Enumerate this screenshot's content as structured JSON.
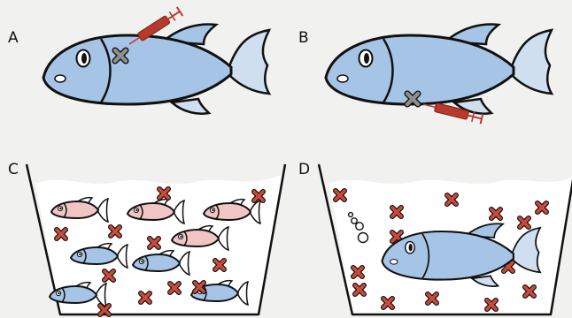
{
  "panels": [
    {
      "id": "A",
      "label": "A"
    },
    {
      "id": "B",
      "label": "B"
    },
    {
      "id": "C",
      "label": "C"
    },
    {
      "id": "D",
      "label": "D"
    }
  ],
  "colors": {
    "background": "#f1f1ef",
    "fish_blue": "#a5c4e6",
    "fish_blue_dark": "#6f93c2",
    "fish_fin": "#cfdff0",
    "fish_pink": "#f2c5c5",
    "syringe_red": "#b83a2c",
    "x_marker_gray": "#8e8e8e",
    "x_marker_red": "#cc4a3a",
    "outline": "#111111",
    "water": "#ffffff"
  },
  "icons": {
    "injection_marker": "x-mark-icon",
    "substance_marker": "red-x-icon",
    "syringe": "syringe-icon",
    "bubbles": "air-bubble-icon"
  },
  "counts": {
    "panel_c_pink_fish": 4,
    "panel_c_blue_fish": 4,
    "panel_c_red_markers": 11,
    "panel_d_red_markers": 14,
    "panel_d_bubbles": 4
  }
}
